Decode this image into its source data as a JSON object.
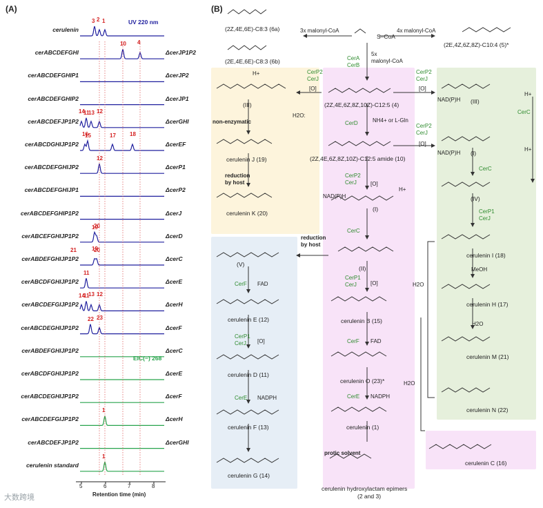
{
  "panel_a": {
    "label": "(A)",
    "uv_tag": "UV 220 nm",
    "eic_tag": "EIC(−) 268",
    "x_axis_title": "Retention time (min)",
    "x_ticks": [
      "5",
      "6",
      "7",
      "8"
    ],
    "traces": [
      {
        "left": "cerulenin",
        "right": "",
        "color": "#1f1f9e",
        "peaks": [
          "3",
          "2",
          "1"
        ]
      },
      {
        "left": "cerABCDEFGHI",
        "right": "ΔcerJP1P2",
        "color": "#1f1f9e",
        "peaks": [
          "10",
          "4"
        ]
      },
      {
        "left": "cerABCDEFGHIP1",
        "right": "ΔcerJP2",
        "color": "#1f1f9e",
        "peaks": []
      },
      {
        "left": "cerABCDEFGHIP2",
        "right": "ΔcerJP1",
        "color": "#1f1f9e",
        "peaks": []
      },
      {
        "left": "cerABCDEFJP1P2",
        "right": "ΔcerGHI",
        "color": "#1f1f9e",
        "peaks": [
          "11",
          "14",
          "13",
          "12"
        ]
      },
      {
        "left": "cerABCDGHIJP1P2",
        "right": "ΔcerEF",
        "color": "#1f1f9e",
        "peaks": [
          "15",
          "16",
          "17",
          "18"
        ]
      },
      {
        "left": "cerABCDEFGHIJP2",
        "right": "ΔcerP1",
        "color": "#1f1f9e",
        "peaks": [
          "12"
        ]
      },
      {
        "left": "cerABCDEFGHIJP1",
        "right": "ΔcerP2",
        "color": "#1f1f9e",
        "peaks": []
      },
      {
        "left": "cerABCDEFGHIP1P2",
        "right": "ΔcerJ",
        "color": "#1f1f9e",
        "peaks": []
      },
      {
        "left": "cerABCEFGHIJP1P2",
        "right": "ΔcerD",
        "color": "#1f1f9e",
        "peaks": [
          "19",
          "20"
        ]
      },
      {
        "left": "cerABDEFGHIJP1P2",
        "right": "ΔcerC",
        "color": "#1f1f9e",
        "peaks": [
          "21",
          "19",
          "20"
        ]
      },
      {
        "left": "cerABCDFGHIJP1P2",
        "right": "ΔcerE",
        "color": "#1f1f9e",
        "peaks": [
          "11"
        ]
      },
      {
        "left": "cerABCDEFGIJP1P2",
        "right": "ΔcerH",
        "color": "#1f1f9e",
        "peaks": [
          "11",
          "12",
          "14",
          "13"
        ]
      },
      {
        "left": "cerABCDEGHIJP1P2",
        "right": "ΔcerF",
        "color": "#1f1f9e",
        "peaks": [
          "22",
          "23"
        ]
      },
      {
        "left": "cerABDEFGHIJP1P2",
        "right": "ΔcerC",
        "color": "#27a34b",
        "peaks": []
      },
      {
        "left": "cerABCDFGHIJP1P2",
        "right": "ΔcerE",
        "color": "#27a34b",
        "peaks": []
      },
      {
        "left": "cerABCDEGHIJP1P2",
        "right": "ΔcerF",
        "color": "#27a34b",
        "peaks": []
      },
      {
        "left": "cerABCDEFGIJP1P2",
        "right": "ΔcerH",
        "color": "#27a34b",
        "peaks": [
          "1"
        ]
      },
      {
        "left": "cerABCDEFJP1P2",
        "right": "ΔcerGHI",
        "color": "#27a34b",
        "peaks": []
      },
      {
        "left": "cerulenin standard",
        "right": "",
        "color": "#27a34b",
        "peaks": [
          "1"
        ]
      }
    ]
  },
  "panel_b": {
    "label": "(B)",
    "colors": {
      "yellow_box": "#fdf4dc",
      "pink_box": "#f8e3f8",
      "green_box": "#e6f0dc",
      "blue_box": "#e6eef6",
      "enzyme": "#2e8b2e",
      "acid_red": "#d42020",
      "amide_blue": "#2a2acc"
    },
    "compounds": {
      "c6a": "(2Z,4E,6E)-C8:3 (6a)",
      "c6b": "(2E,4E,6E)-C8:3 (6b)",
      "c5": "(2E,4Z,6Z,8Z)-C10:4 (5)*",
      "c4": "(2Z,4E,6Z,8Z,10Z)-C12:5 (4)",
      "c10": "(2Z,4E,6Z,8Z,10Z)-C12:5 amide (10)",
      "cI": "(I)",
      "cII": "(II)",
      "c15": "cerulenin B (15)",
      "c23": "cerulenin O (23)*",
      "c1": "cerulenin (1)",
      "c2_3": "cerulenin hydroxylactam epimers",
      "c2_3b": "(2 and 3)",
      "cIII_left": "(III)",
      "c19": "cerulenin J (19)",
      "c20": "cerulenin K (20)",
      "cV": "(V)",
      "c12": "cerulenin E (12)",
      "c11": "cerulenin D (11)",
      "c13": "cerulenin F (13)",
      "c14": "cerulenin G (14)",
      "cIII_right": "(III)",
      "cI_right": "(I)",
      "cIV": "(IV)",
      "c18": "cerulenin I (18)",
      "c17": "cerulenin H (17)",
      "c21": "cerulenin M (21)",
      "c22": "cerulenin N (22)",
      "c16": "cerulenin C (16)",
      "coa": "S–CoA"
    },
    "enzymes": {
      "AB": "CerA\nCerB",
      "D": "CerD",
      "P2J_top": "CerP2\nCerJ",
      "C_mid": "CerC",
      "P1J_mid": "CerP1\nCerJ",
      "F_mid": "CerF",
      "E_mid": "CerE",
      "P2J_left": "CerP2\nCerJ",
      "F_left": "CerF",
      "P1J_left": "CerP1\nCerJ",
      "E_left": "CerE",
      "P2J_right1": "CerP2\nCerJ",
      "P2J_right2": "CerP2\nCerJ",
      "C_right1": "CerC",
      "C_right2": "CerC",
      "P1J_right": "CerP1\nCerJ"
    },
    "cofactors": {
      "malonyl3": "3x  malonyl-CoA",
      "malonyl4": "4x  malonyl-CoA",
      "malonyl5": "5x\nmalonyl-CoA",
      "nh4": "NH4+ or L-Gln",
      "o1": "[O]",
      "o2": "[O]",
      "o3": "[O]",
      "o4": "[O]",
      "o5": "[O]",
      "o6": "[O]",
      "fad1": "FAD",
      "fad2": "FAD",
      "nadph1": "NADPH",
      "nadph2": "NADPH",
      "nadph_a": "NAD(P)H",
      "nadph_b": "NAD(P)H",
      "nadph_c": "NAD(P)H",
      "h2o1": "H2O:",
      "h2o2": "H2O",
      "h2o3": "H2O",
      "h2o4": "H2O",
      "meoh": "MeOH",
      "hplus1": "H+",
      "hplus2": "H+",
      "hplus3": "H+",
      "hplus4": "H+"
    },
    "notes": {
      "nonenz": "non-enzymatic",
      "red1": "reduction\nby host",
      "red2": "reduction\nby host",
      "protic": "protic solvent"
    }
  },
  "watermark": "大数跨境"
}
